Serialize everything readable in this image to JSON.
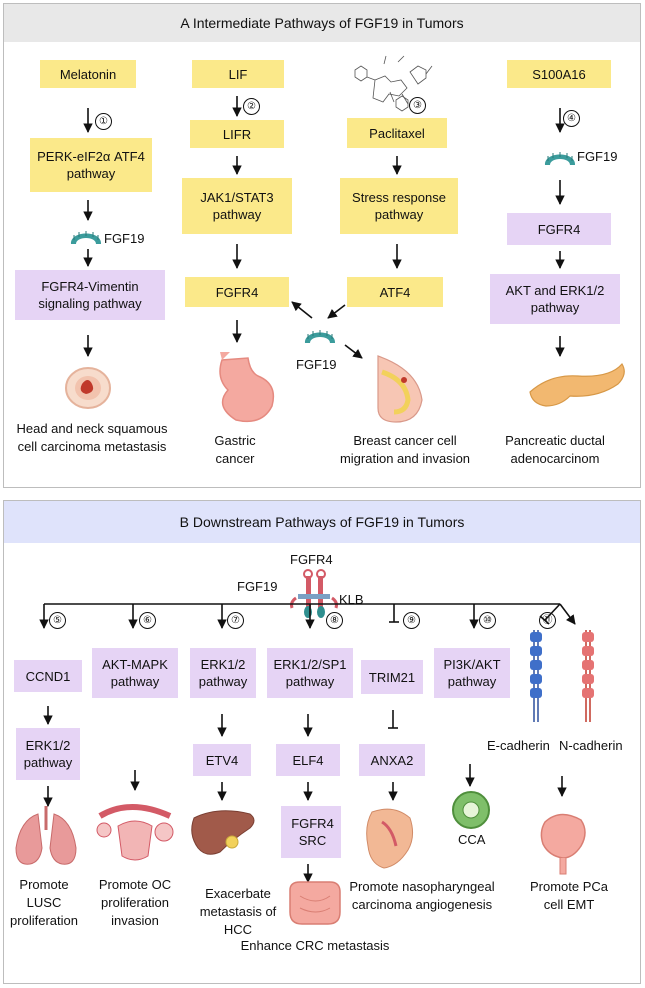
{
  "panelA": {
    "title": "A Intermediate Pathways of FGF19 in Tumors",
    "col1": {
      "source": "Melatonin",
      "num": "①",
      "pathway": "PERK-eIF2α ATF4 pathway",
      "ligand": "FGF19",
      "signal": "FGFR4-Vimentin signaling pathway",
      "outcome": "Head and neck squamous cell carcinoma metastasis"
    },
    "col2": {
      "source": "LIF",
      "num": "②",
      "receptor": "LIFR",
      "pathway": "JAK1/STAT3 pathway",
      "target": "FGFR4",
      "outcome": "Gastric cancer"
    },
    "col3": {
      "num": "③",
      "drug": "Paclitaxel",
      "pathway": "Stress response pathway",
      "target": "ATF4",
      "ligand": "FGF19",
      "outcome": "Breast cancer cell migration and invasion"
    },
    "col4": {
      "source": "S100A16",
      "num": "④",
      "ligand": "FGF19",
      "receptor": "FGFR4",
      "pathway": "AKT and ERK1/2 pathway",
      "outcome": "Pancreatic ductal adenocarcinom"
    }
  },
  "panelB": {
    "title": "B Downstream Pathways of FGF19 in Tumors",
    "receptor": "FGFR4",
    "ligand": "FGF19",
    "coreceptor": "KLB",
    "cols": [
      {
        "num": "⑤",
        "step1": "CCND1",
        "step2": "ERK1/2 pathway",
        "outcome": "Promote LUSC proliferation"
      },
      {
        "num": "⑥",
        "step1": "AKT-MAPK pathway",
        "outcome": "Promote OC proliferation invasion"
      },
      {
        "num": "⑦",
        "step1": "ERK1/2 pathway",
        "step2": "ETV4",
        "outcome": "Exacerbate metastasis of HCC"
      },
      {
        "num": "⑧",
        "step1": "ERK1/2/SP1 pathway",
        "step2": "ELF4",
        "step3": "FGFR4 SRC",
        "outcome": "Enhance CRC metastasis"
      },
      {
        "num": "⑨",
        "step1": "TRIM21",
        "step2": "ANXA2",
        "outcome": "Promote nasopharyngeal carcinoma angiogenesis"
      },
      {
        "num": "⑩",
        "step1": "PI3K/AKT pathway",
        "outcome": "CCA"
      },
      {
        "num": "⑪",
        "label1": "E-cadherin",
        "label2": "N-cadherin",
        "outcome": "Promote PCa cell EMT"
      }
    ]
  }
}
